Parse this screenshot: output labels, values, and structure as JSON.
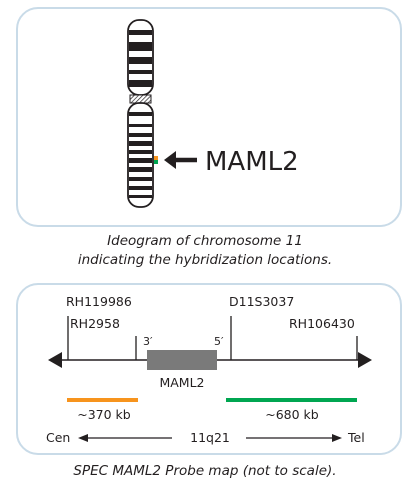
{
  "ideogram": {
    "gene_label": "MAML2",
    "probe_colors": {
      "orange": "#f7941d",
      "green": "#00a651"
    }
  },
  "caption1": {
    "line1": "Ideogram of chromosome 11",
    "line2": "indicating the hybridization locations."
  },
  "map": {
    "marker_rh119986": "RH119986",
    "marker_rh2958": "RH2958",
    "marker_d11s3037": "D11S3037",
    "marker_rh106430": "RH106430",
    "end_3prime": "3′",
    "end_5prime": "5′",
    "gene": "MAML2",
    "orange_probe_size": "~370 kb",
    "green_probe_size": "~680 kb",
    "cen_label": "Cen",
    "band_label": "11q21",
    "tel_label": "Tel",
    "colors": {
      "orange": "#f7941d",
      "green": "#00a651",
      "gene_box": "#7a7a7a"
    }
  },
  "caption2": {
    "text": "SPEC MAML2 Probe map (not to scale)."
  }
}
